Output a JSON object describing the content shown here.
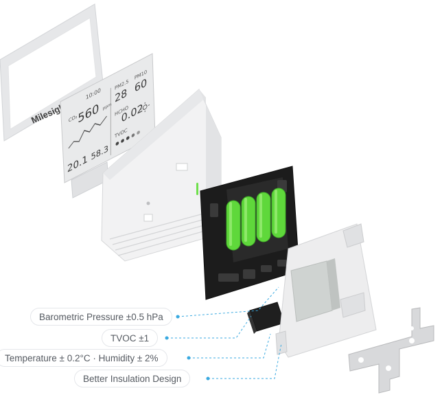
{
  "brand": {
    "logo_text": "Milesight"
  },
  "lcd": {
    "clock": "10:00",
    "co2_label": "CO₂",
    "co2_value": "560",
    "co2_unit": "ppm",
    "temp_value": "20.1",
    "humidity_value": "58.3",
    "pm25_label": "PM2.5",
    "pm25_value": "28",
    "pm10_label": "PM10",
    "pm10_value": "60",
    "hcho_label": "HCHO",
    "hcho_value": "0.02",
    "tvoc_label": "TVOC"
  },
  "callouts": [
    {
      "id": "barometric",
      "text": "Barometric Pressure ±0.5 hPa"
    },
    {
      "id": "tvoc",
      "text": "TVOC ±1"
    },
    {
      "id": "temp-humidity",
      "text": "Temperature ± 0.2°C  · Humidity ± 2%"
    },
    {
      "id": "insulation",
      "text": "Better Insulation Design"
    }
  ],
  "colors": {
    "leader_line": "#39a9e0",
    "battery": "#5fd83b",
    "pcb": "#1c1c1c",
    "led": "#6ee04a",
    "callout_text": "#555a61"
  }
}
